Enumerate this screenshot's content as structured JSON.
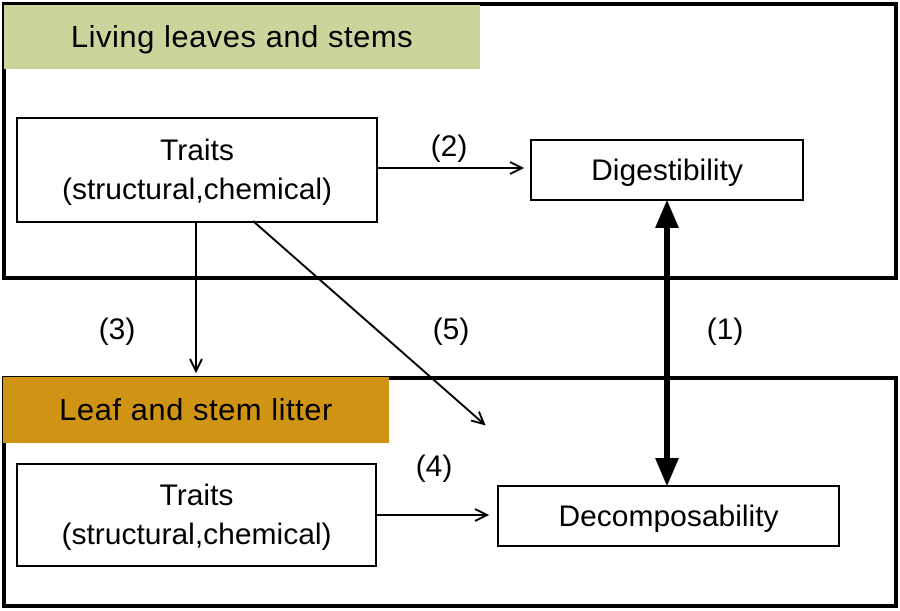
{
  "colors": {
    "background": "#ffffff",
    "line": "#000000",
    "living_label_bg": "#c9d59b",
    "litter_label_bg": "#cf9414"
  },
  "sections": {
    "living": {
      "label": "Living leaves and stems",
      "traits": {
        "line1": "Traits",
        "line2": "(structural,chemical)"
      },
      "outcome": "Digestibility"
    },
    "litter": {
      "label": "Leaf and stem litter",
      "traits": {
        "line1": "Traits",
        "line2": "(structural,chemical)"
      },
      "outcome": "Decomposability"
    }
  },
  "arrows": [
    {
      "label": "(1)",
      "from": "Digestibility",
      "to": "Decomposability",
      "style": "thick-double-headed"
    },
    {
      "label": "(2)",
      "from": "Living traits",
      "to": "Digestibility",
      "style": "thin"
    },
    {
      "label": "(3)",
      "from": "Living traits",
      "to": "Leaf and stem litter",
      "style": "thin"
    },
    {
      "label": "(4)",
      "from": "Litter traits",
      "to": "Decomposability",
      "style": "thin"
    },
    {
      "label": "(5)",
      "from": "Living traits",
      "to": "Decomposability",
      "style": "thin-diagonal"
    }
  ]
}
